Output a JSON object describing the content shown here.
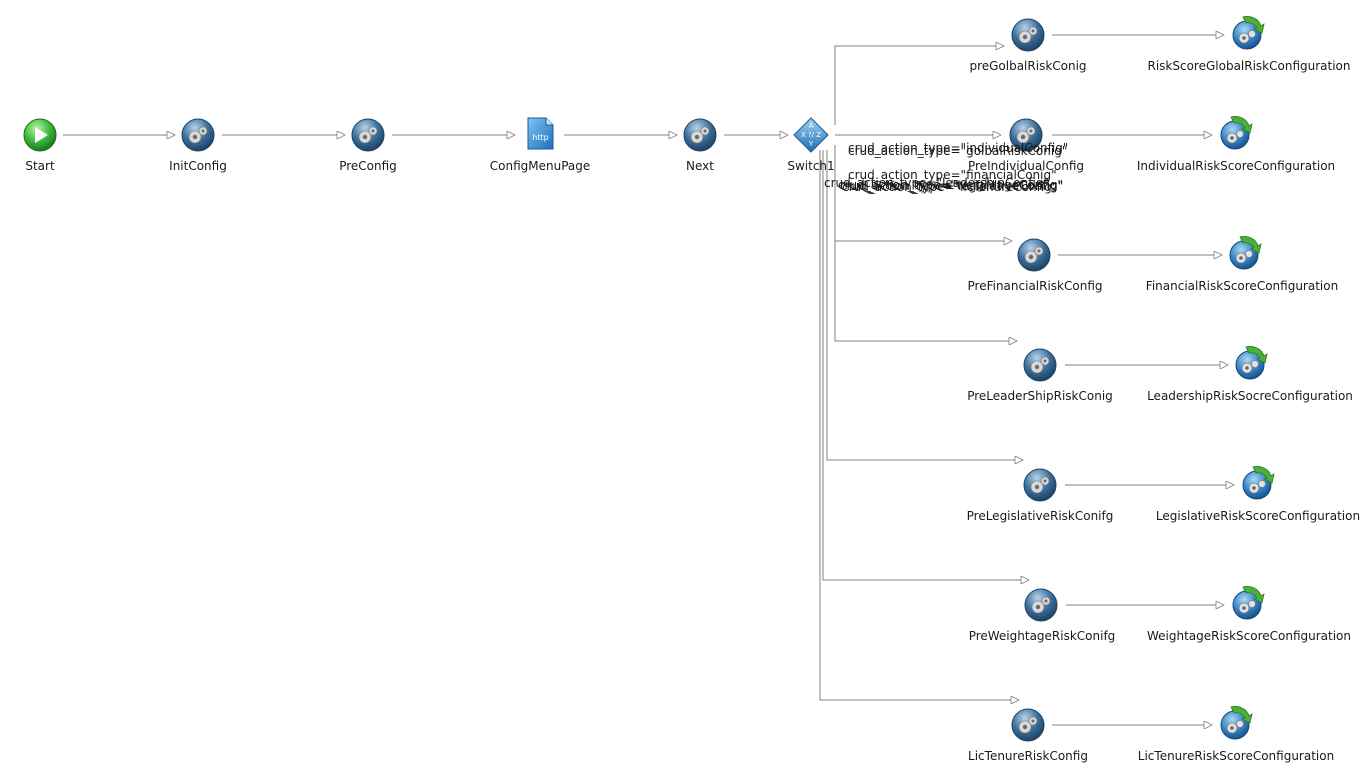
{
  "nodes": {
    "start": {
      "label": "Start",
      "icon": "start-icon"
    },
    "init_config": {
      "label": "InitConfig",
      "icon": "gear-icon"
    },
    "pre_config": {
      "label": "PreConfig",
      "icon": "gear-icon"
    },
    "config_menu_page": {
      "label": "ConfigMenuPage",
      "icon": "http-page-icon"
    },
    "next": {
      "label": "Next",
      "icon": "gear-icon"
    },
    "switch1": {
      "label": "Switch1",
      "icon": "switch-icon"
    },
    "pre_global": {
      "label": "preGolbalRiskConig",
      "icon": "gear-icon"
    },
    "global_config": {
      "label": "RiskScoreGlobalRiskConfiguration",
      "icon": "subprocess-icon"
    },
    "pre_individual": {
      "label": "PreIndividualConfig",
      "icon": "gear-icon"
    },
    "individual_config": {
      "label": "IndividualRiskScoreConfiguration",
      "icon": "subprocess-icon"
    },
    "pre_financial": {
      "label": "PreFinancialRiskConfig",
      "icon": "gear-icon"
    },
    "financial_config": {
      "label": "FinancialRiskScoreConfiguration",
      "icon": "subprocess-icon"
    },
    "pre_leadership": {
      "label": "PreLeaderShipRiskConig",
      "icon": "gear-icon"
    },
    "leadership_config": {
      "label": "LeadershipRiskSocreConfiguration",
      "icon": "subprocess-icon"
    },
    "pre_legislative": {
      "label": "PreLegislativeRiskConifg",
      "icon": "gear-icon"
    },
    "legislative_config": {
      "label": "LegislativeRiskScoreConfiguration",
      "icon": "subprocess-icon"
    },
    "pre_weightage": {
      "label": "PreWeightageRiskConifg",
      "icon": "gear-icon"
    },
    "weightage_config": {
      "label": "WeightageRiskScoreConfiguration",
      "icon": "subprocess-icon"
    },
    "lic_tenure": {
      "label": "LicTenureRiskConfig",
      "icon": "gear-icon"
    },
    "lic_tenure_config": {
      "label": "LicTenureRiskScoreConfiguration",
      "icon": "subprocess-icon"
    }
  },
  "edge_labels": {
    "global": "crud_action_type=\"golbalRiskConig\"",
    "individual": "crud_action_type=\"individualConfig\"",
    "financial": "crud_action_type=\"financialConig\"",
    "leadership": "crud_action_type=\"leadershipConfig\"",
    "legislative": "crud_action_type=\"legislativeConfig\"",
    "weightage": "crud_action_type=\"weightageConfig\"",
    "lic_tenure": "crud_action_type=\"licTenureConfig\""
  },
  "colors": {
    "edge": "#808080",
    "gear_blue": "#2e5f8a",
    "start_green": "#3cb43c",
    "subprocess_green": "#4caf3a"
  }
}
